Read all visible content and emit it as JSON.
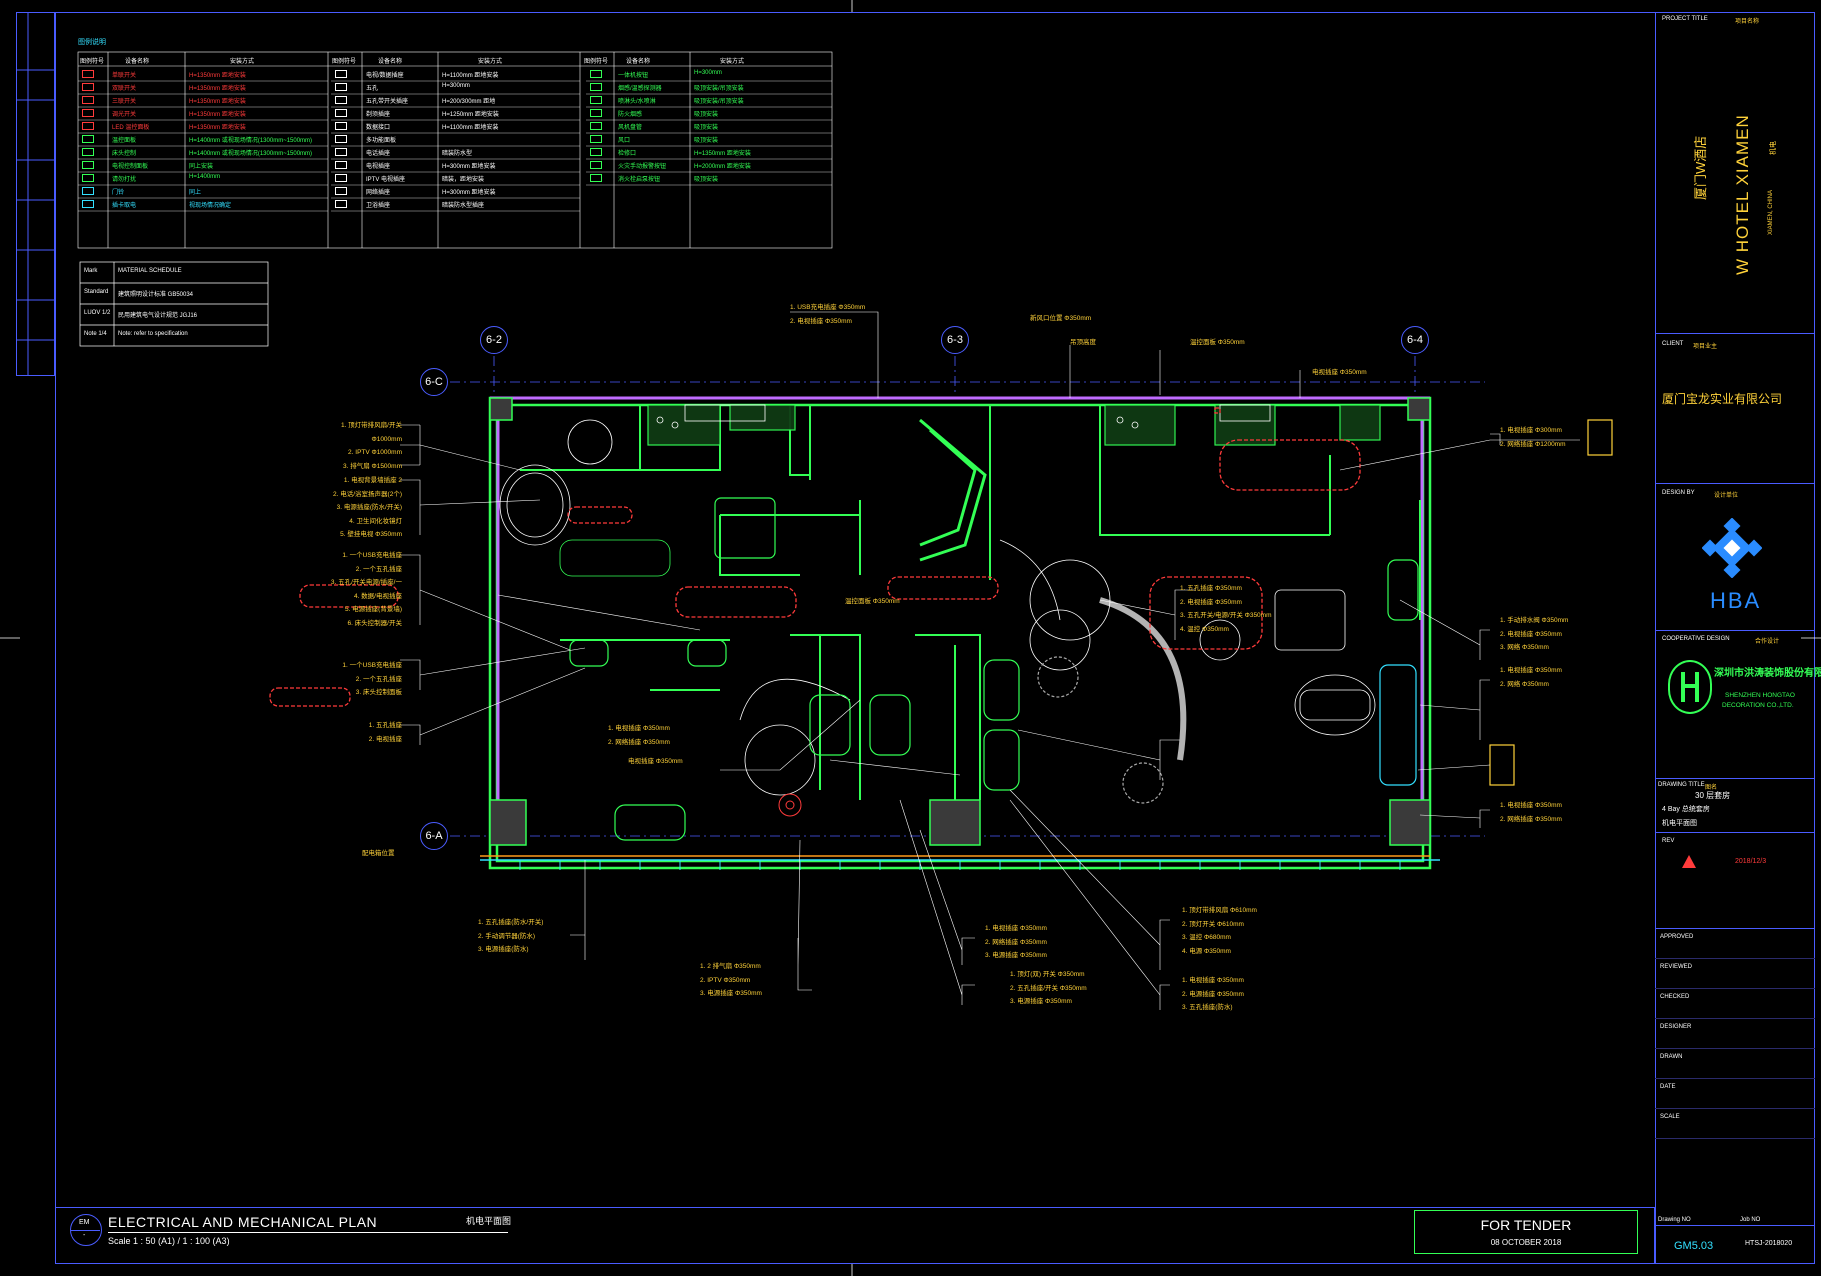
{
  "title_block": {
    "project_title_label": "PROJECT TITLE",
    "project_title_value": "项目名称",
    "project_cn": "厦门W酒店",
    "project_en": "W HOTEL XIAMEN",
    "project_location": "XIAMEN, CHINA",
    "project_sub": "机电",
    "client_label": "CLIENT",
    "client_value": "项目业主",
    "client_name": "厦门宝龙实业有限公司",
    "design_by_label": "DESIGN BY",
    "design_by_value": "设计单位",
    "hba": "HBA",
    "coop_label": "COOPERATIVE DESIGN",
    "coop_value": "合作设计",
    "coop_company_cn": "深圳市洪涛装饰股份有限公司",
    "coop_company_en1": "SHENZHEN HONGTAO",
    "coop_company_en2": "DECORATION CO.,LTD.",
    "drawing_title_label": "DRAWING TITLE",
    "drawing_title_value": "图名",
    "drawing_title_1": "30 层套房",
    "drawing_title_2": "4 Bay 总统套房",
    "drawing_title_3": "机电平面图",
    "rev_label": "REV",
    "date_value": "2018/12/3",
    "approved": "APPROVED",
    "reviewed": "REVIEWED",
    "checked": "CHECKED",
    "designer": "DESIGNER",
    "drawn": "DRAWN",
    "date": "DATE",
    "scale": "SCALE",
    "drawing_no_label": "Drawing NO",
    "drawing_no": "GM5.03",
    "job_no_label": "Job NO",
    "job_no": "HTSJ-2018020"
  },
  "footer": {
    "title_en": "ELECTRICAL AND MECHANICAL PLAN",
    "title_cn": "机电平面图",
    "scale": "Scale 1 : 50 (A1) / 1 : 100 (A3)",
    "stamp_title": "FOR TENDER",
    "stamp_date": "08 OCTOBER 2018",
    "bubble_top": "EM",
    "bubble_bottom": "-"
  },
  "grid": {
    "columns": [
      "6-2",
      "6-3",
      "6-4"
    ],
    "rows": [
      "6-C",
      "6-A"
    ]
  },
  "legend": {
    "title": "图例说明",
    "col_symbol": "图例符号",
    "col_name": "设备名称",
    "col_method": "安装方式",
    "rows_left": [
      {
        "name": "单联开关",
        "method": "H=1350mm 距地安装",
        "color": "#ff3b3b"
      },
      {
        "name": "双联开关",
        "method": "H=1350mm 距地安装",
        "color": "#ff3b3b"
      },
      {
        "name": "三联开关",
        "method": "H=1350mm 距地安装",
        "color": "#ff3b3b"
      },
      {
        "name": "调光开关",
        "method": "H=1350mm 距地安装",
        "color": "#ff3b3b"
      },
      {
        "name": "LED 温控面板",
        "method": "H=1350mm 距地安装",
        "color": "#ff3b3b"
      },
      {
        "name": "温控面板",
        "method": "H=1400mm 或视现场情况(1300mm~1500mm)",
        "color": "#33ff55"
      },
      {
        "name": "床头控制",
        "method": "H=1400mm 或视现场情况(1300mm~1500mm)",
        "color": "#33ff55"
      },
      {
        "name": "电视控制面板",
        "method": "同上安装",
        "color": "#33ff55"
      },
      {
        "name": "请勿打扰",
        "method": "H=1400mm",
        "color": "#33ff55"
      },
      {
        "name": "门铃",
        "method": "同上",
        "color": "#33e0ff"
      },
      {
        "name": "插卡取电",
        "method": "视现场情况确定",
        "color": "#33e0ff"
      }
    ],
    "rows_mid": [
      {
        "name": "电视/数据插座",
        "method": "H=1100mm 距地安装"
      },
      {
        "name": "五孔",
        "method": "H=300mm"
      },
      {
        "name": "五孔带开关插座",
        "method": "H=200/300mm 距地"
      },
      {
        "name": "剃须插座",
        "method": "H=1250mm 距地安装"
      },
      {
        "name": "数据接口",
        "method": "H=1100mm 距地安装"
      },
      {
        "name": "多功能面板",
        "method": ""
      },
      {
        "name": "电话插座",
        "method": "暗装防水型"
      },
      {
        "name": "电视插座",
        "method": "H=300mm 距地安装"
      },
      {
        "name": "IPTV 电视插座",
        "method": "暗装，距地安装"
      },
      {
        "name": "网络插座",
        "method": "H=300mm 距地安装"
      },
      {
        "name": "卫浴插座",
        "method": "暗装防水型插座"
      }
    ],
    "rows_right": [
      {
        "name": "一体机按钮",
        "method": "H=300mm"
      },
      {
        "name": "烟感/温感探测器",
        "method": "吸顶安装/吊顶安装"
      },
      {
        "name": "喷淋头/水喷淋",
        "method": "吸顶安装/吊顶安装"
      },
      {
        "name": "防火烟感",
        "method": "吸顶安装"
      },
      {
        "name": "风机盘管",
        "method": "吸顶安装"
      },
      {
        "name": "风口",
        "method": "吸顶安装"
      },
      {
        "name": "检修口",
        "method": "H=1350mm 距地安装"
      },
      {
        "name": "火灾手动报警按钮",
        "method": "H=2000mm 距地安装"
      },
      {
        "name": "消火栓启泵按钮",
        "method": "吸顶安装"
      }
    ]
  },
  "notes_box": {
    "rows": [
      {
        "tag": "Mark",
        "text": "MATERIAL SCHEDULE"
      },
      {
        "tag": "Standard",
        "text": "建筑照明设计标准 GB50034"
      },
      {
        "tag": "LUOV 1/2",
        "text": "民用建筑电气设计规范 JGJ16"
      },
      {
        "tag": "Note 1/4",
        "text": "Note: refer to specification"
      }
    ]
  },
  "callouts": {
    "l1": [
      "1. 顶灯带排风扇/开关 Φ1000mm",
      "2. IPTV Φ1000mm",
      "3. 排气扇 Φ1500mm"
    ],
    "l2": [
      "1. 电视背景墙插座 2",
      "2. 电话/浴室扬声器(2个)",
      "3. 电源插座(防水/开关)",
      "4. 卫生间化妆镜灯",
      "5. 壁挂电视 Φ350mm"
    ],
    "l3": [
      "1. 一个USB充电插座",
      "2. 一个五孔插座",
      "3. 五孔/开关电源/插座/一",
      "4. 数据/电视插座",
      "5. 电源插座(背景墙)",
      "6. 床头控制器/开关"
    ],
    "l4": [
      "1. 一个USB充电插座",
      "2. 一个五孔插座",
      "3. 床头控制面板"
    ],
    "l5": [
      "1. 五孔插座",
      "2. 电视插座"
    ],
    "top": [
      "1. USB充电插座 Φ350mm",
      "2. 电视插座 Φ350mm"
    ],
    "top2": "新风口位置 Φ350mm",
    "top3": "吊顶高度",
    "top4": "温控面板 Φ350mm",
    "top5": "电视插座 Φ350mm",
    "r1": [
      "1. 电视插座 Φ300mm",
      "2. 网络插座 Φ1200mm"
    ],
    "r2": [
      "1. 五孔插座 Φ350mm",
      "2. 电视插座 Φ350mm",
      "3. 五孔开关/电源/开关 Φ350mm",
      "4. 温控 Φ350mm"
    ],
    "r3": [
      "1. 手动排水阀 Φ350mm",
      "2. 电视插座 Φ350mm",
      "3. 网络 Φ350mm"
    ],
    "r4": [
      "1. 电视插座 Φ350mm",
      "2. 网络 Φ350mm"
    ],
    "r5": [
      "1. 电视插座 Φ350mm",
      "2. 网络插座 Φ350mm"
    ],
    "b1": [
      "1. 五孔插座(防水/开关)",
      "2. 手动调节器(防水)",
      "3. 电源插座(防水)"
    ],
    "b2": [
      "1. 2 排气扇 Φ350mm",
      "2. IPTV Φ350mm",
      "3. 电源插座 Φ350mm"
    ],
    "b3": [
      "1. 电视插座 Φ350mm",
      "2. 网络插座 Φ350mm",
      "3. 电源插座 Φ350mm"
    ],
    "b4": [
      "1. 顶灯(双) 开关 Φ350mm",
      "2. 五孔插座/开关 Φ350mm",
      "3. 电源插座 Φ350mm"
    ],
    "b5": [
      "1. 顶灯带排风扇 Φ610mm",
      "2. 顶灯开关 Φ610mm",
      "3. 温控 Φ680mm",
      "4. 电源 Φ350mm"
    ],
    "b6": [
      "1. 电视插座 Φ350mm",
      "2. 电源插座 Φ350mm",
      "3. 五孔插座(防水)"
    ],
    "mid1": [
      "1. 电视插座 Φ350mm",
      "2. 网络插座 Φ350mm"
    ],
    "mid2": "温控面板 Φ350mm",
    "mid3": "电视插座 Φ350mm",
    "left_note": "配电箱位置"
  },
  "colors": {
    "frame": "#4a5cff",
    "wall": "#33ff55",
    "annotation": "#ffd23a",
    "highlight": "#ff3b3b",
    "cyan": "#33e0ff"
  }
}
